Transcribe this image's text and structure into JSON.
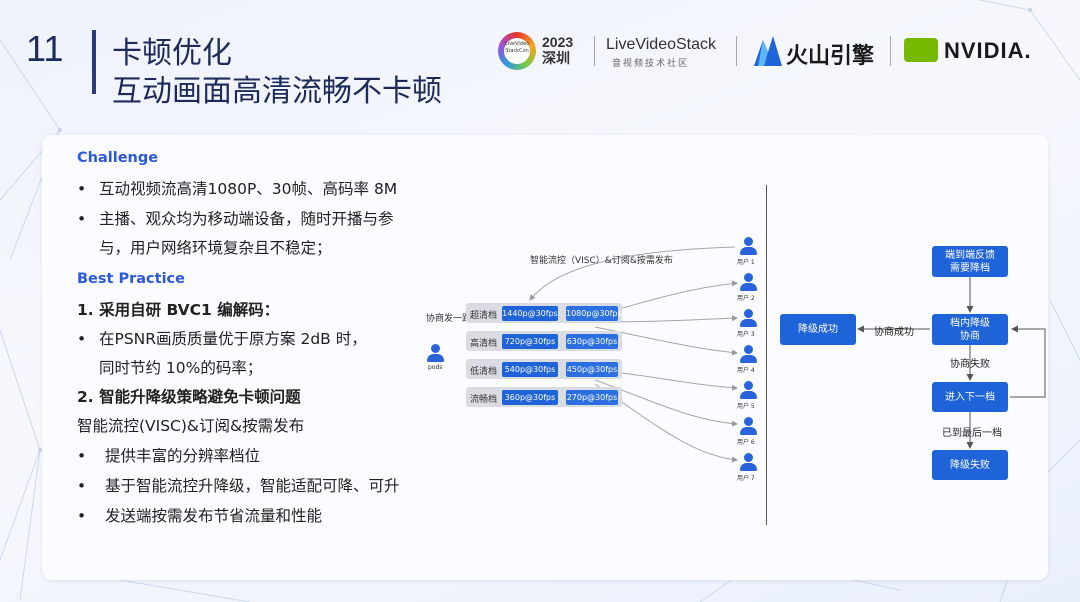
{
  "header": {
    "slide_number": "11",
    "title_line1": "卡顿优化",
    "title_line2": "互动画面高清流畅不卡顿"
  },
  "logos": {
    "conf_badge_text": "LiveVideo StackCon",
    "conf_year": "2023",
    "conf_city": "深圳",
    "livevideostack": "LiveVideoStack",
    "livevideostack_sub": "音视频技术社区",
    "volcengine": "火山引擎",
    "nvidia": "NVIDIA."
  },
  "left": {
    "challenge_title": "Challenge",
    "challenge_items": [
      "互动视频流高清1080P、30帧、高码率 8M",
      "主播、观众均为移动端设备，随时开播与参",
      "与，用户网络环境复杂且不稳定；"
    ],
    "best_title": "Best Practice",
    "bp1_title": "1. 采用自研 BVC1 编解码：",
    "bp1_items": [
      "在PSNR画质质量优于原方案 2dB 时，",
      "同时节约 10%的码率；"
    ],
    "bp2_title": "2. 智能升降级策略避免卡顿问题",
    "bp2_sub": "智能流控(VISC)&订阅&按需发布",
    "bp2_items": [
      "提供丰富的分辨率档位",
      "基于智能流控升降级，智能适配可降、可升",
      "发送端按需发布节省流量和性能"
    ],
    "bullet": "•"
  },
  "diagram": {
    "top_label": "智能流控（VISC）&订阅&按需发布",
    "negotiate_label": "协商发一路",
    "pods_label": "pods",
    "tiers": [
      {
        "name": "超清档",
        "a": "1440p@30fps",
        "b": "1080p@30fps"
      },
      {
        "name": "高清档",
        "a": "720p@30fps",
        "b": "630p@30fps"
      },
      {
        "name": "低清档",
        "a": "540p@30fps",
        "b": "450p@30fps"
      },
      {
        "name": "流畅档",
        "a": "360p@30fps",
        "b": "270p@30fps"
      }
    ],
    "users": [
      "用户 1",
      "用户 2",
      "用户 3",
      "用户 4",
      "用户 5",
      "用户 6",
      "用户 7"
    ]
  },
  "flow": {
    "feedback": "端到端反馈\n需要降档",
    "negotiate": "档内降级\n协商",
    "success": "降级成功",
    "success_label": "协商成功",
    "fail_label": "协商失败",
    "next": "进入下一档",
    "last_label": "已到最后一档",
    "fail": "降级失败"
  },
  "colors": {
    "accent": "#2b58d8",
    "box_blue": "#1f63d8",
    "title_navy": "#1e2b5a"
  }
}
